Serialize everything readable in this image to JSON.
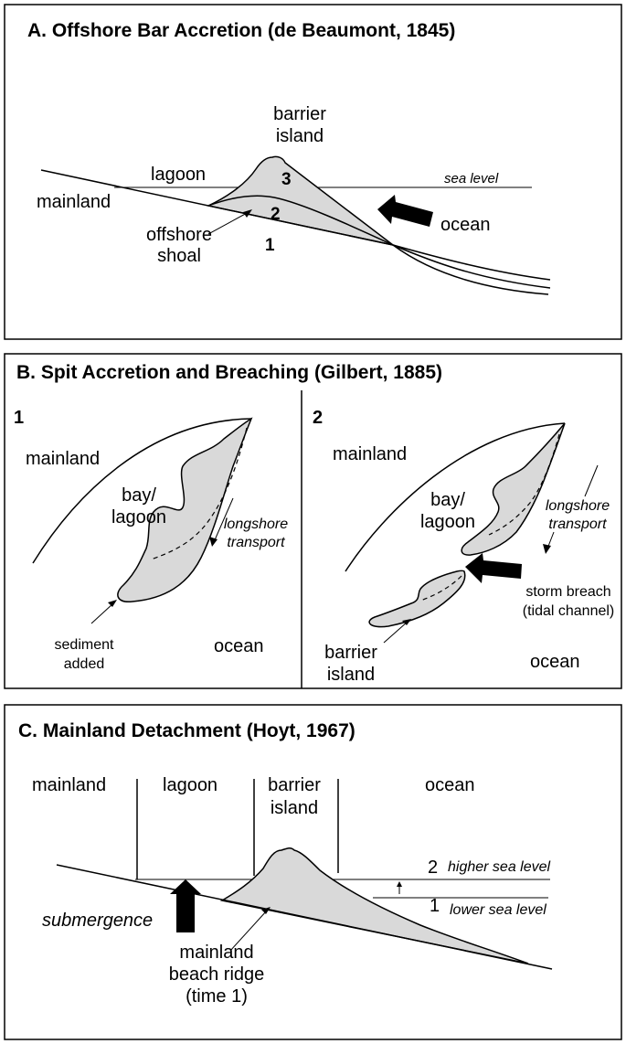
{
  "panelA": {
    "title": "A. Offshore Bar Accretion (de Beaumont, 1845)",
    "barrier_line1": "barrier",
    "barrier_line2": "island",
    "lagoon": "lagoon",
    "mainland": "mainland",
    "sea_level": "sea level",
    "ocean": "ocean",
    "stage3": "3",
    "stage2": "2",
    "stage1": "1",
    "shoal_line1": "offshore",
    "shoal_line2": "shoal"
  },
  "panelB": {
    "title": "B. Spit Accretion and Breaching (Gilbert, 1885)",
    "left": {
      "number": "1",
      "mainland": "mainland",
      "bay_line1": "bay/",
      "bay_line2": "lagoon",
      "longshore_line1": "longshore",
      "longshore_line2": "transport",
      "sediment_line1": "sediment",
      "sediment_line2": "added",
      "ocean": "ocean"
    },
    "right": {
      "number": "2",
      "mainland": "mainland",
      "bay_line1": "bay/",
      "bay_line2": "lagoon",
      "longshore_line1": "longshore",
      "longshore_line2": "transport",
      "breach_line1": "storm breach",
      "breach_line2": "(tidal channel)",
      "barrier_line1": "barrier",
      "barrier_line2": "island",
      "ocean": "ocean"
    }
  },
  "panelC": {
    "title": "C. Mainland Detachment (Hoyt, 1967)",
    "mainland": "mainland",
    "lagoon": "lagoon",
    "barrier_line1": "barrier",
    "barrier_line2": "island",
    "ocean": "ocean",
    "level2": "2",
    "level2_label": "higher sea level",
    "level1": "1",
    "level1_label": "lower sea level",
    "submergence": "submergence",
    "ridge_line1": "mainland",
    "ridge_line2": "beach ridge",
    "ridge_line3": "(time 1)"
  }
}
